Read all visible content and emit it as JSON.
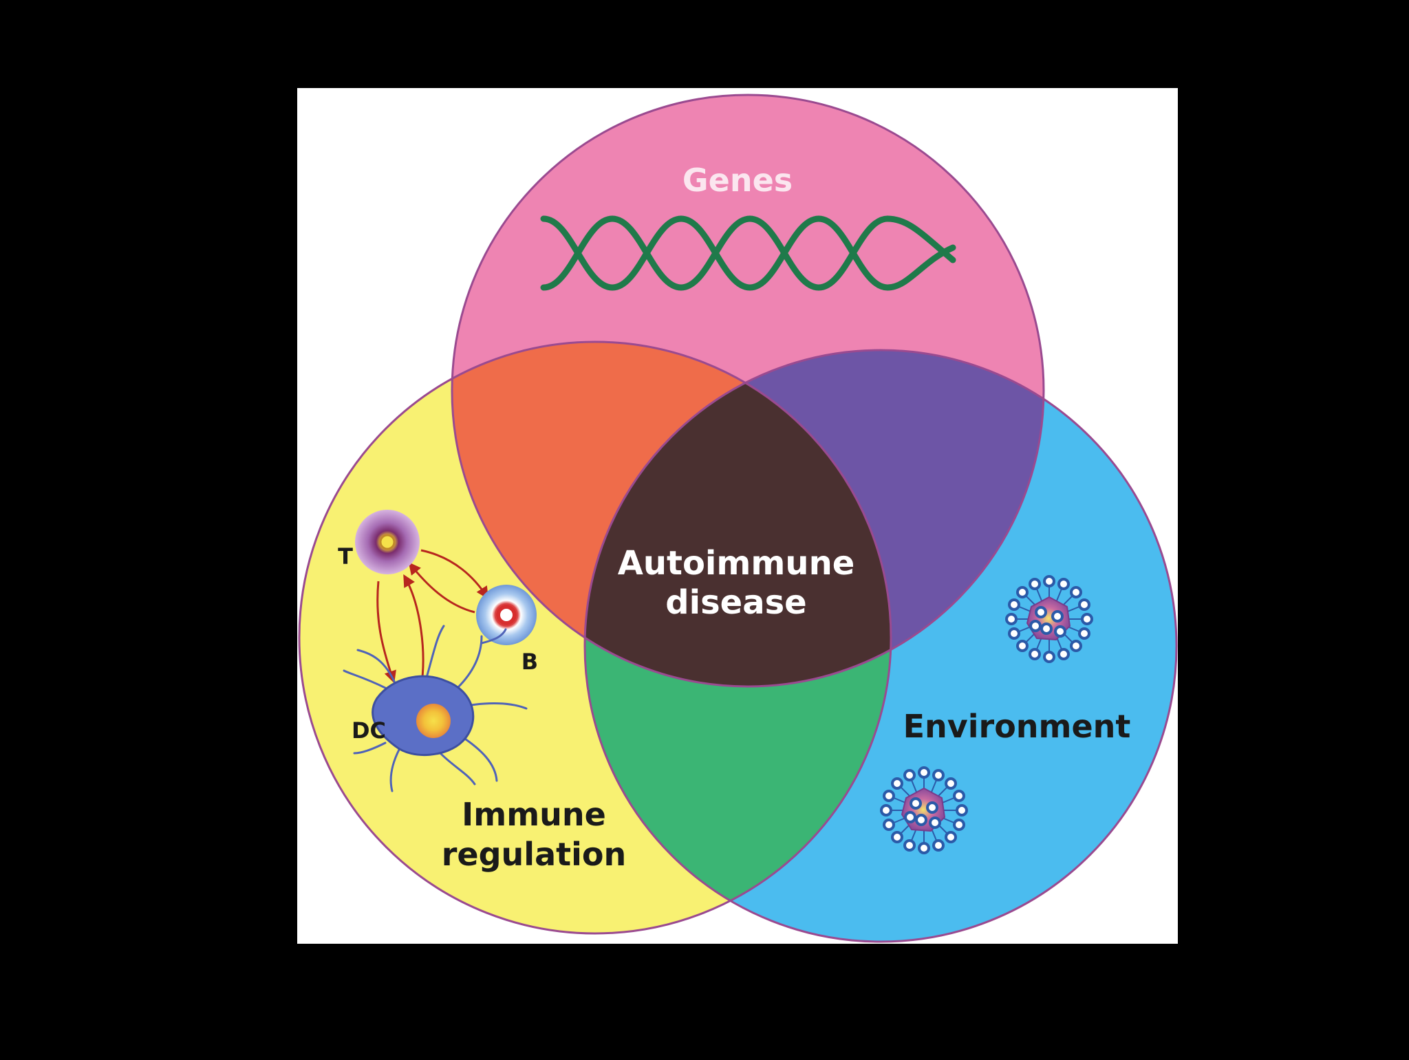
{
  "labels": {
    "top": "Genes",
    "left_line1": "Immune",
    "left_line2": "regulation",
    "right": "Environment",
    "center_line1": "Autoimmune",
    "center_line2": "disease",
    "cell_t": "T",
    "cell_b": "B",
    "cell_dc": "DC"
  },
  "colors": {
    "background": "#000000",
    "panel": "#ffffff",
    "genes_circle": "#ee84b2",
    "immune_circle": "#f8f172",
    "environment_circle": "#4bbcef",
    "genes_immune_overlap": "#ef6c4a",
    "genes_environment_overlap": "#6d55a6",
    "immune_environment_overlap": "#3bb574",
    "center_overlap": "#4a3030",
    "circle_outline": "#9a4a90",
    "dna": "#1f7a4a",
    "arrows": "#b7261e"
  },
  "icons": [
    "dna-helix-icon",
    "t-cell-icon",
    "b-cell-icon",
    "dendritic-cell-icon",
    "virus-particle-icon"
  ]
}
